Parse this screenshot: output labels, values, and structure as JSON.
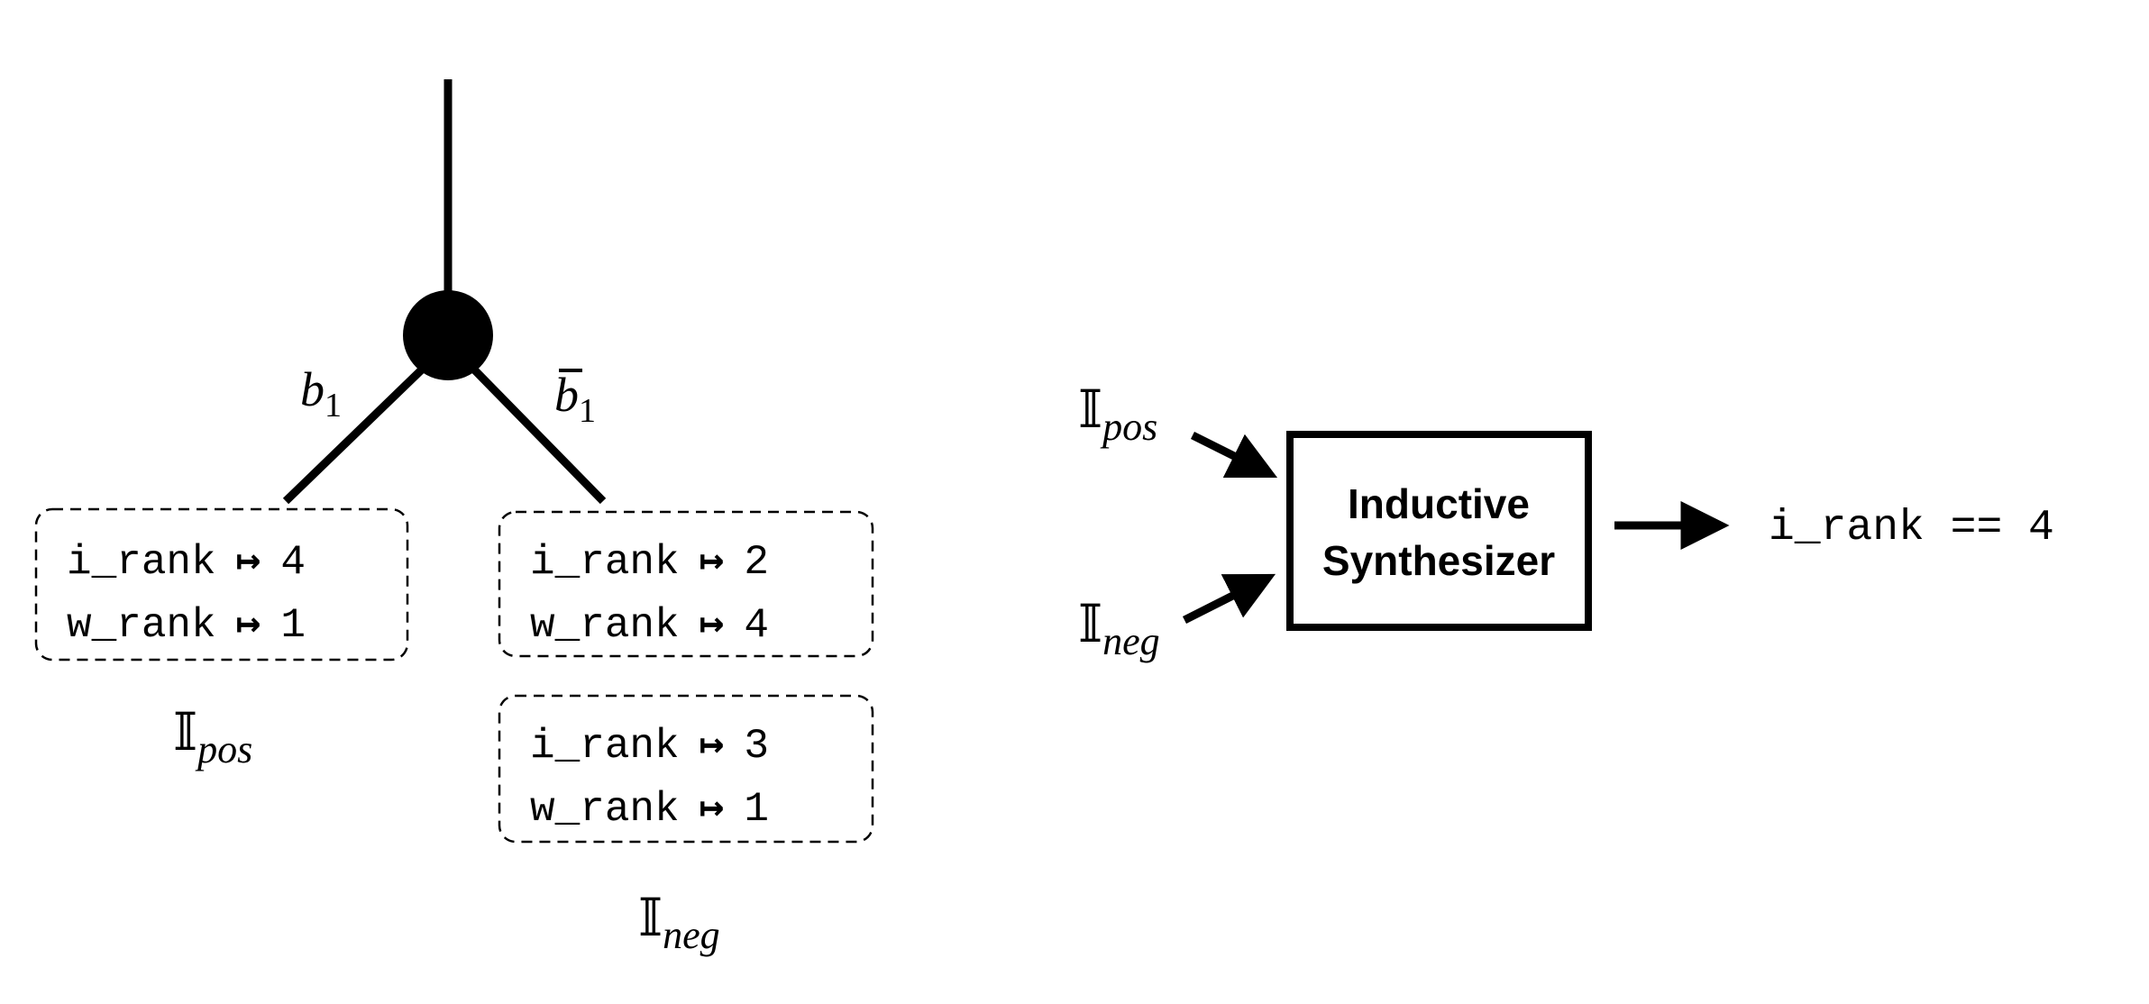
{
  "tree": {
    "left_edge_label": {
      "base": "b",
      "sub": "1",
      "bar": false
    },
    "right_edge_label": {
      "base": "b",
      "sub": "1",
      "bar": true
    },
    "pos_set_label": {
      "base": "𝕀",
      "sub": "pos"
    },
    "neg_set_label": {
      "base": "𝕀",
      "sub": "neg"
    },
    "mapsto_symbol": "↦",
    "pos_boxes": [
      {
        "rows": [
          {
            "var": "i_rank",
            "value": "4"
          },
          {
            "var": "w_rank",
            "value": "1"
          }
        ]
      }
    ],
    "neg_boxes": [
      {
        "rows": [
          {
            "var": "i_rank",
            "value": "2"
          },
          {
            "var": "w_rank",
            "value": "4"
          }
        ]
      },
      {
        "rows": [
          {
            "var": "i_rank",
            "value": "3"
          },
          {
            "var": "w_rank",
            "value": "1"
          }
        ]
      }
    ]
  },
  "synth": {
    "input_pos_label": {
      "base": "𝕀",
      "sub": "pos"
    },
    "input_neg_label": {
      "base": "𝕀",
      "sub": "neg"
    },
    "box_line1": "Inductive",
    "box_line2": "Synthesizer",
    "output": "i_rank == 4"
  }
}
